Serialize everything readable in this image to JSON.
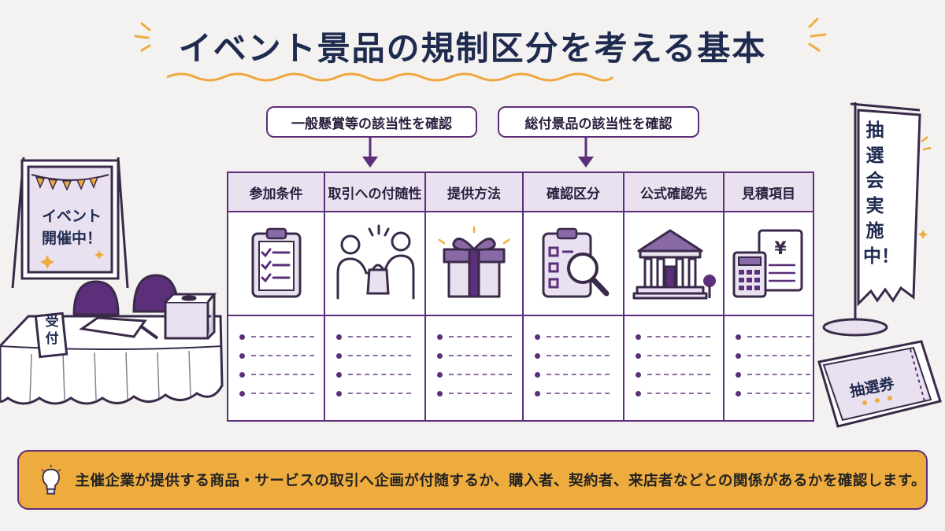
{
  "title": "イベント景品の規制区分を考える基本",
  "callouts": [
    "一般懸賞等の該当性を確認",
    "総付景品の該当性を確認"
  ],
  "columns": [
    {
      "header": "参加条件",
      "icon": "clipboard-checklist-icon"
    },
    {
      "header": "取引への付随性",
      "icon": "handover-icon"
    },
    {
      "header": "提供方法",
      "icon": "gift-box-icon"
    },
    {
      "header": "確認区分",
      "icon": "magnifier-clipboard-icon"
    },
    {
      "header": "公式確認先",
      "icon": "government-building-icon"
    },
    {
      "header": "見積項目",
      "icon": "calculator-invoice-icon"
    }
  ],
  "left_sign": {
    "line1": "イベント",
    "line2": "開催中！"
  },
  "reception_label": "受付",
  "banner_text": "抽選会実施中！",
  "ticket_label": "抽選券",
  "footer_text": "主催企業が提供する商品・サービスの取引へ企画が付随するか、購入者、契約者、来店者などとの関係があるかを確認します。",
  "colors": {
    "accent": "#5b2f7a",
    "title": "#1f2a4f",
    "footer_bg": "#eeac3e",
    "header_bg": "#e9e1f0",
    "underline": "#f0a640"
  }
}
